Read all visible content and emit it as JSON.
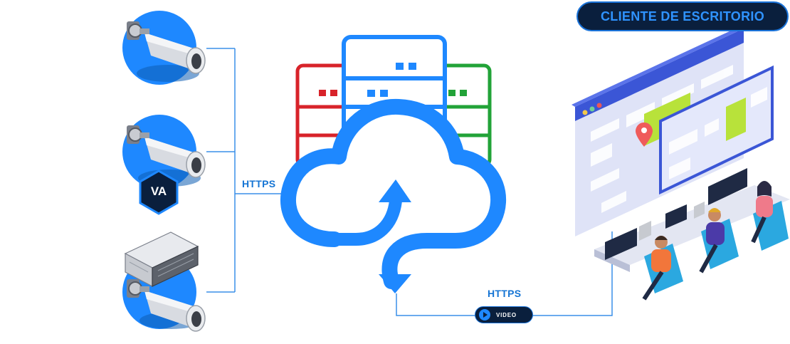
{
  "title": "CLIENTE DE ESCRITORIO",
  "links": {
    "left_protocol": "HTTPS",
    "right_protocol": "HTTPS"
  },
  "badges": {
    "video": "VIDEO",
    "analytics": "VA"
  },
  "icons": {
    "camera_1": "security-camera-icon",
    "camera_2": "security-camera-icon",
    "camera_3": "security-camera-icon",
    "nvr": "nvr-server-icon",
    "cloud": "cloud-sync-icon",
    "servers": "server-rack-icon",
    "desktop_client": "monitoring-center-illustration"
  },
  "colors": {
    "primary_blue": "#1e88ff",
    "line_blue": "#3a8fe8",
    "server_red": "#d8232a",
    "server_green": "#22a338",
    "dark_navy": "#0a1f3d"
  }
}
